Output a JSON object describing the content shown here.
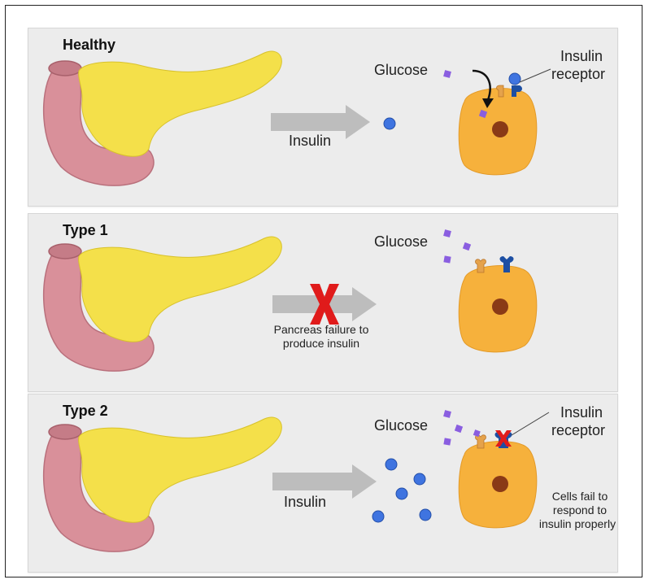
{
  "panels": [
    {
      "title": "Healthy",
      "glucose_label": "Glucose",
      "arrow_label": "Insulin",
      "receptor_label_line1": "Insulin",
      "receptor_label_line2": "receptor"
    },
    {
      "title": "Type 1",
      "glucose_label": "Glucose",
      "failure_line1": "Pancreas failure to",
      "failure_line2": "produce insulin"
    },
    {
      "title": "Type 2",
      "glucose_label": "Glucose",
      "arrow_label": "Insulin",
      "receptor_label_line1": "Insulin",
      "receptor_label_line2": "receptor",
      "cell_note_line1": "Cells fail to",
      "cell_note_line2": "respond to",
      "cell_note_line3": "insulin properly"
    }
  ],
  "colors": {
    "panel_bg": "#ececec",
    "pancreas_body": "#f4e04a",
    "duodenum": "#d9909a",
    "cell": "#f6b13c",
    "nucleus": "#8a3a16",
    "insulin": "#3f74e0",
    "glucose": "#8a5ee0",
    "receptor": "#1d4fa3",
    "failure_x": "#e01b1b",
    "arrow": "#bdbdbd"
  }
}
